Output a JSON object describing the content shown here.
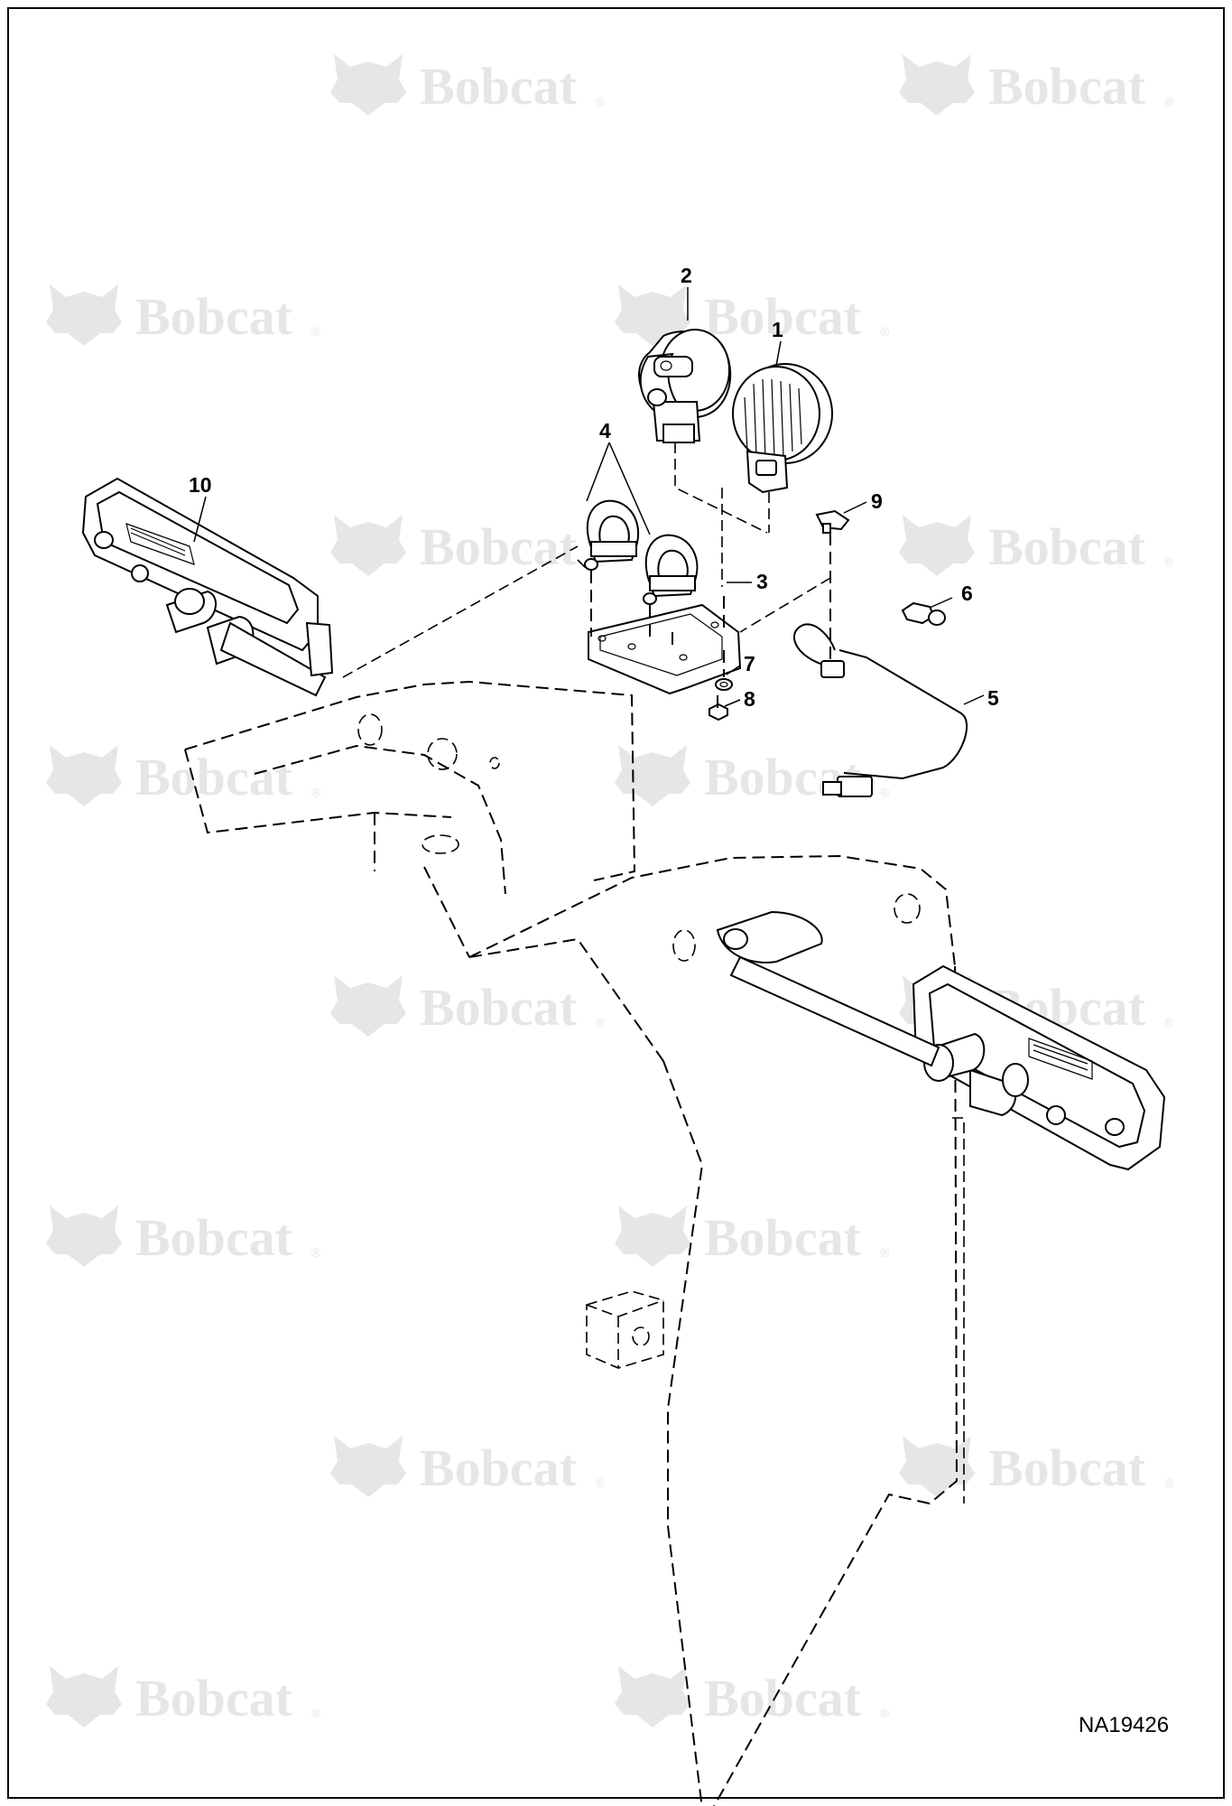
{
  "watermark": {
    "text": "Bobcat",
    "reg": "®"
  },
  "figure_id": "NA19426",
  "callouts": [
    {
      "id": "c1",
      "label": "1"
    },
    {
      "id": "c2",
      "label": "2"
    },
    {
      "id": "c3",
      "label": "3"
    },
    {
      "id": "c4",
      "label": "4"
    },
    {
      "id": "c5",
      "label": "5"
    },
    {
      "id": "c6",
      "label": "6"
    },
    {
      "id": "c7",
      "label": "7"
    },
    {
      "id": "c8",
      "label": "8"
    },
    {
      "id": "c9",
      "label": "9"
    },
    {
      "id": "c10",
      "label": "10"
    }
  ]
}
